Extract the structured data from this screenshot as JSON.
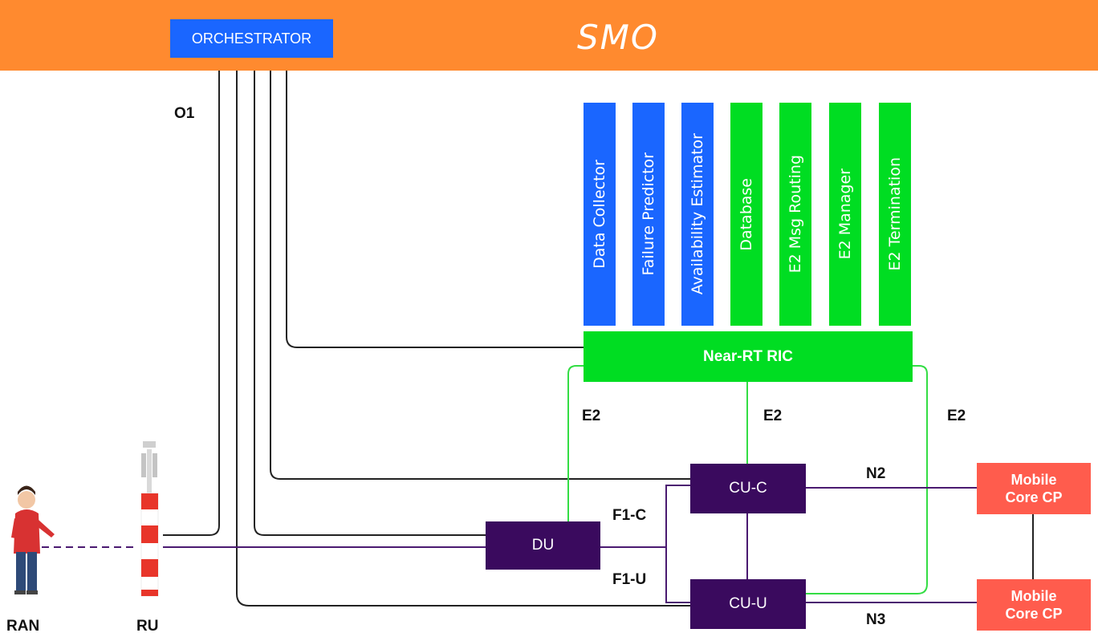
{
  "smo": {
    "title": "SMO",
    "orchestrator_label": "ORCHESTRATOR"
  },
  "interfaces": {
    "o1": "O1",
    "e2_left": "E2",
    "e2_center": "E2",
    "e2_right": "E2",
    "f1c": "F1-C",
    "f1u": "F1-U",
    "n2": "N2",
    "n3": "N3"
  },
  "ric": {
    "apps": [
      {
        "label": "Data Collector",
        "color": "#1a66ff"
      },
      {
        "label": "Failure Predictor",
        "color": "#1a66ff"
      },
      {
        "label": "Availability Estimator",
        "color": "#1a66ff"
      },
      {
        "label": "Database",
        "color": "#00dd22"
      },
      {
        "label": "E2 Msg Routing",
        "color": "#00dd22"
      },
      {
        "label": "E2 Manager",
        "color": "#00dd22"
      },
      {
        "label": "E2 Termination",
        "color": "#00dd22"
      }
    ],
    "label": "Near-RT RIC"
  },
  "nodes": {
    "du": "DU",
    "cu_c": "CU-C",
    "cu_u": "CU-U",
    "core_cp_top": "Mobile Core CP",
    "core_cp_bottom": "Mobile Core CP"
  },
  "bottom_labels": {
    "ran": "RAN",
    "ru": "RU"
  },
  "colors": {
    "smo": "#ff8a2f",
    "blue": "#1a66ff",
    "green": "#00dd22",
    "purple": "#3a0a5e",
    "core": "#ff5c4d"
  }
}
